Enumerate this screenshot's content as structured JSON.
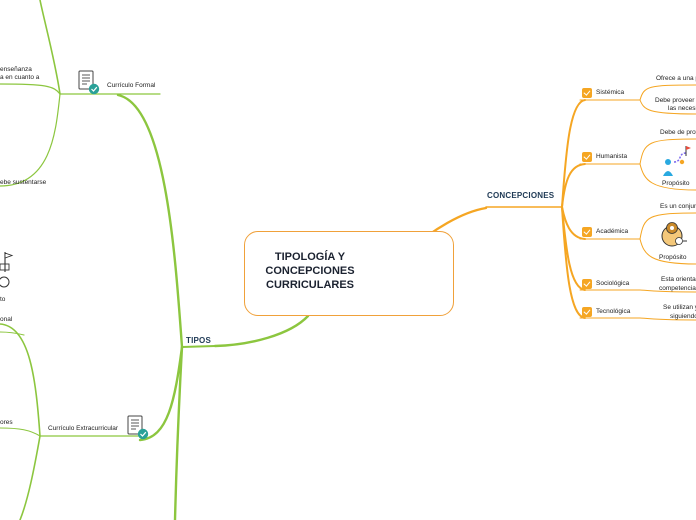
{
  "central": {
    "title_lines": [
      "TIPOLOGÍA Y",
      "CONCEPCIONES",
      "CURRICULARES"
    ],
    "icon": "document-icon"
  },
  "branches": {
    "concepciones": "CONCEPCIONES",
    "tipos": "TIPOS"
  },
  "concepciones": [
    {
      "label": "Sistémica",
      "details": [
        "Ofrece a una p",
        "Debe proveer",
        "las necesi"
      ]
    },
    {
      "label": "Humanista",
      "details": [
        "Debe de prov"
      ],
      "sub": "Propósito"
    },
    {
      "label": "Académica",
      "details": [
        "Es un conjunt"
      ],
      "sub": "Propósito"
    },
    {
      "label": "Sociológica",
      "details": [
        "Esta orientac",
        "competencia"
      ]
    },
    {
      "label": "Tecnológica",
      "details": [
        "Se utilizan y",
        "siguiendo"
      ]
    }
  ],
  "tipos": {
    "formal": "Currículo Formal",
    "extracurricular": "Currículo Extracurricular",
    "left_fragments": [
      "enseñanza",
      "a en cuanto a",
      "ebe sustentarse",
      "to",
      "onal",
      "ores"
    ]
  },
  "colors": {
    "green": "#8cc63f",
    "orange": "#f5a623",
    "central_border": "#f0a13a",
    "text_dark": "#1f3a55"
  }
}
